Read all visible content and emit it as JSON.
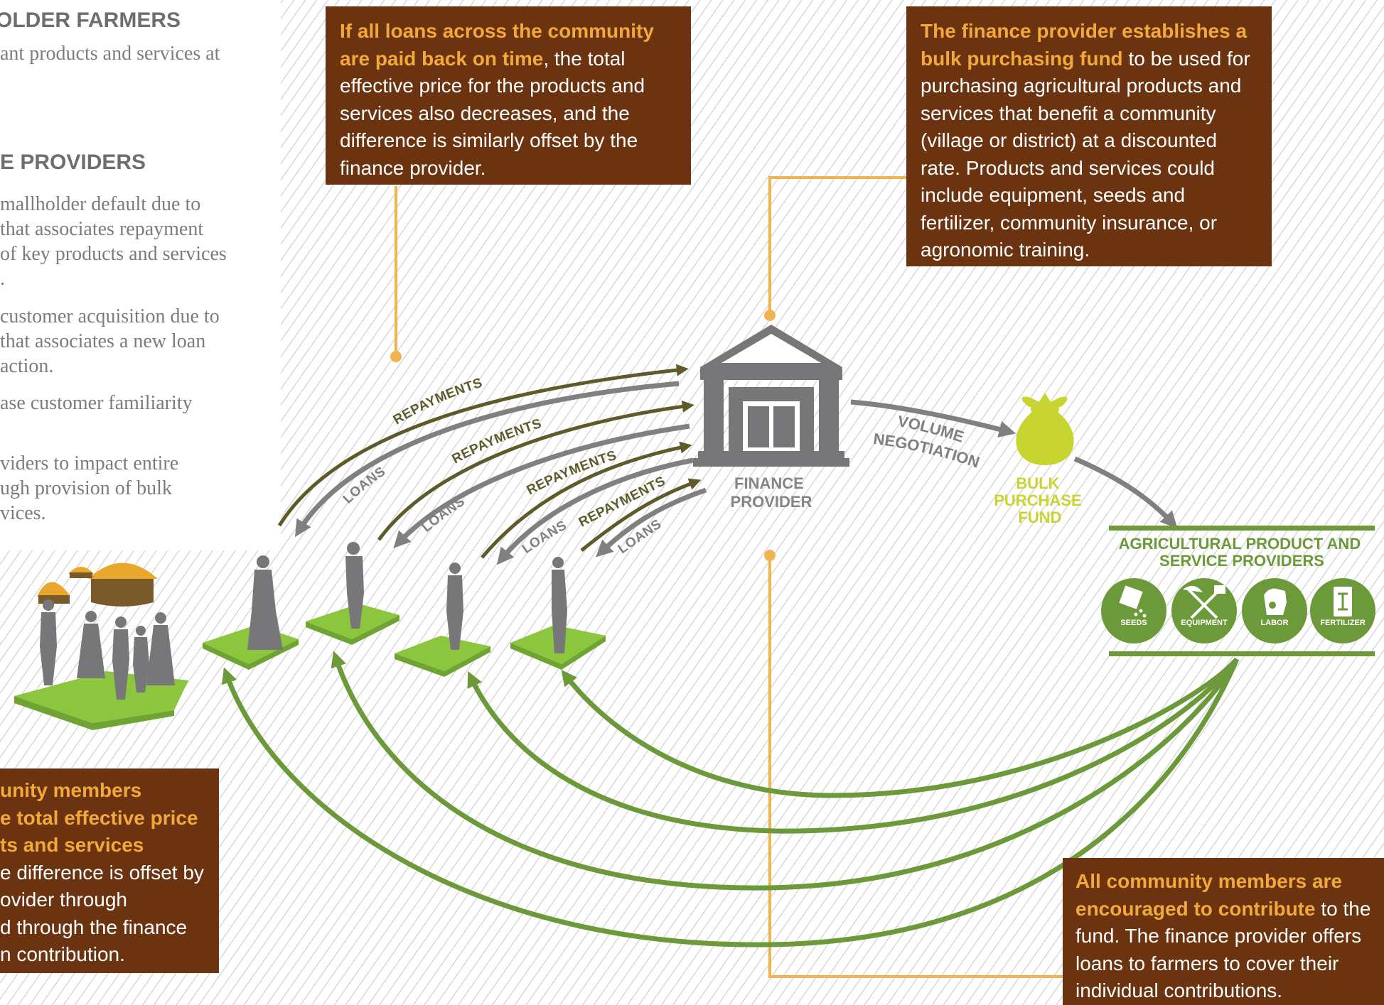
{
  "left_panel": {
    "farmers_heading": "OLDER FARMERS",
    "farmers_lines": [
      "ant products and services at"
    ],
    "providers_heading": "E PROVIDERS",
    "providers_lines": [
      "mallholder default due to",
      "that associates repayment",
      "of key products and services",
      ".",
      "customer acquisition due to",
      "that associates a new loan",
      "action.",
      "ase customer familiarity",
      "viders to impact entire",
      "ugh provision of bulk",
      "vices."
    ]
  },
  "callouts": {
    "top_middle": {
      "highlight": "If all loans across the community are paid back on time",
      "body": ", the total effective price for the products and services also decreases, and the difference is similarly offset by the finance provider."
    },
    "top_right": {
      "highlight": "The finance provider establishes a bulk purchasing fund",
      "body": " to be used for purchasing agricultural products and services that benefit a community (village or district) at a discounted rate. Products and services could include equipment, seeds and fertilizer, community insurance, or agronomic training."
    },
    "bottom_left": {
      "highlight_lines": [
        "unity members",
        "e total effective price",
        "ts and services"
      ],
      "body_lines": [
        "e difference is offset by",
        "ovider through",
        "d through the finance",
        "n contribution."
      ]
    },
    "bottom_right": {
      "highlight": "All community members are encouraged to contribute",
      "body": " to the fund. The finance provider offers loans to farmers to cover their individual contributions."
    }
  },
  "diagram": {
    "finance_provider_label": [
      "FINANCE",
      "PROVIDER"
    ],
    "volume_negotiation_label": [
      "VOLUME",
      "NEGOTIATION"
    ],
    "bulk_fund_label": [
      "BULK",
      "PURCHASE",
      "FUND"
    ],
    "ag_providers_title": [
      "AGRICULTURAL PRODUCT AND",
      "SERVICE PROVIDERS"
    ],
    "provider_icons": [
      {
        "label": "SEEDS",
        "icon": "seeds-icon"
      },
      {
        "label": "EQUIPMENT",
        "icon": "equipment-icon"
      },
      {
        "label": "LABOR",
        "icon": "labor-icon"
      },
      {
        "label": "FERTILIZER",
        "icon": "fertilizer-icon"
      }
    ],
    "repayments_label": "REPAYMENTS",
    "loans_label": "LOANS"
  },
  "colors": {
    "callout_bg": "#6b330f",
    "callout_highlight": "#f2a93b",
    "olive_arrow": "#5e5a2a",
    "gray": "#808083",
    "green": "#6c9a3a",
    "lime": "#c8d42f",
    "orange_line": "#f2b450",
    "grass": "#8cc63f"
  }
}
